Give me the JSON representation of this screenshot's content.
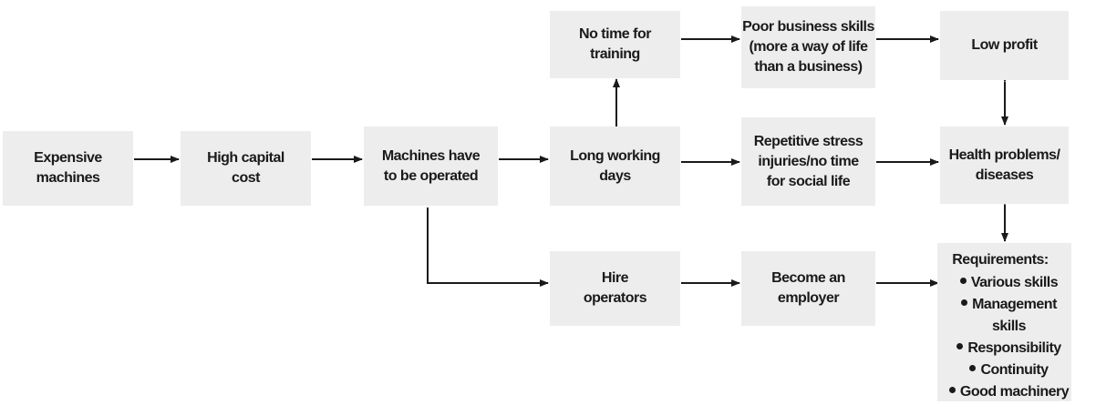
{
  "nodes": {
    "expensive_machines": "Expensive\nmachines",
    "high_capital_cost": "High capital\ncost",
    "machines_operated": "Machines have\nto be operated",
    "long_working_days": "Long working\ndays",
    "no_time_training": "No time for\ntraining",
    "poor_business_skills": "Poor business skills\n(more a way of life\nthan a business)",
    "low_profit": "Low profit",
    "repetitive_stress": "Repetitive stress\ninjuries/no time\nfor social life",
    "health_problems": "Health problems/\ndiseases",
    "hire_operators": "Hire\noperators",
    "become_employer": "Become an\nemployer",
    "requirements": {
      "title": "Requirements:",
      "items": [
        "Various skills",
        "Management skills",
        "Responsibility",
        "Continuity",
        "Good machinery"
      ]
    }
  }
}
